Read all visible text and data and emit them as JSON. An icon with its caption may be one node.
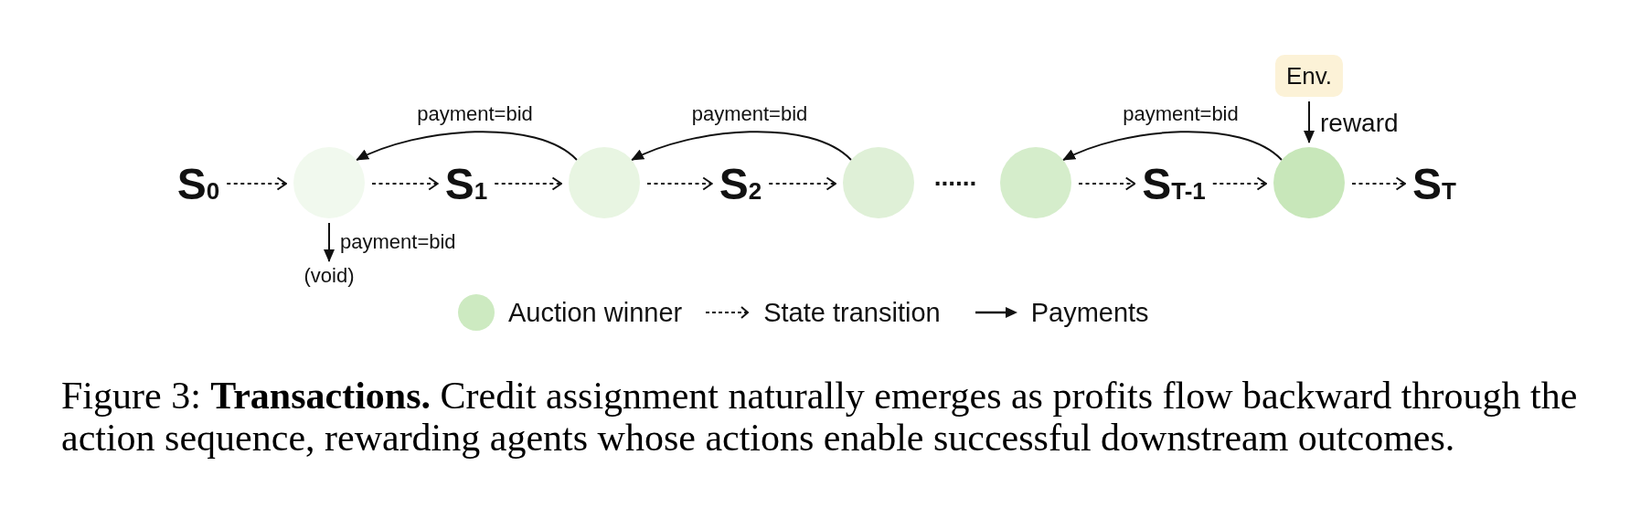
{
  "diagram": {
    "caption": "Figure 3: **Transactions.** Credit assignment naturally emerges as profits flow backward through the action sequence, rewarding agents whose actions enable successful downstream outcomes.",
    "nodes": [
      {
        "text": [
          "S$_{0}$"
        ]
      },
      {
        "text": [],
        "shape": "circle"
      },
      {
        "text": [
          "S$_{1}$"
        ]
      },
      {
        "text": [],
        "shape": "circle"
      },
      {
        "text": [
          "S$_{2}$"
        ]
      },
      {
        "text": [],
        "shape": "circle"
      },
      {
        "text": [],
        "shape": "circle"
      },
      {
        "text": [
          "S$_{T-1}$"
        ]
      },
      {
        "text": [],
        "shape": "circle"
      },
      {
        "text": [
          "S$_{T}$"
        ]
      },
      {
        "text": [
          "Env."
        ]
      },
      {
        "text": [
          "(void)"
        ]
      }
    ],
    "edges": [
      {
        "from": 0,
        "to": 1,
        "arrow": "to",
        "style": "dashed"
      },
      {
        "from": 1,
        "to": 2,
        "arrow": "to",
        "style": "dashed"
      },
      {
        "from": 2,
        "to": 3,
        "arrow": "to",
        "style": "dashed"
      },
      {
        "from": 3,
        "to": 4,
        "arrow": "to",
        "style": "dashed"
      },
      {
        "from": 4,
        "to": 5,
        "arrow": "to",
        "style": "dashed"
      },
      {
        "from": 6,
        "to": 7,
        "arrow": "to",
        "style": "dashed"
      },
      {
        "from": 7,
        "to": 8,
        "arrow": "to",
        "style": "dashed"
      },
      {
        "from": 8,
        "to": 9,
        "arrow": "to",
        "style": "dashed"
      },
      {
        "from": 3,
        "to": 1,
        "arrow": "to",
        "label": "payment=bid"
      },
      {
        "from": 5,
        "to": 3,
        "arrow": "to",
        "label": "payment=bid"
      },
      {
        "from": 8,
        "to": 6,
        "arrow": "to",
        "label": "payment=bid"
      },
      {
        "from": 1,
        "to": 11,
        "arrow": "to",
        "label": "payment=bid"
      },
      {
        "from": 10,
        "to": 8,
        "arrow": "to",
        "label": "reward"
      }
    ],
    "labels": [
      "......"
    ],
    "legend": [
      {
        "text": "Auction winner",
        "color": "#cdeac1"
      },
      {
        "text": "State transition"
      },
      {
        "text": "Payments"
      }
    ]
  }
}
